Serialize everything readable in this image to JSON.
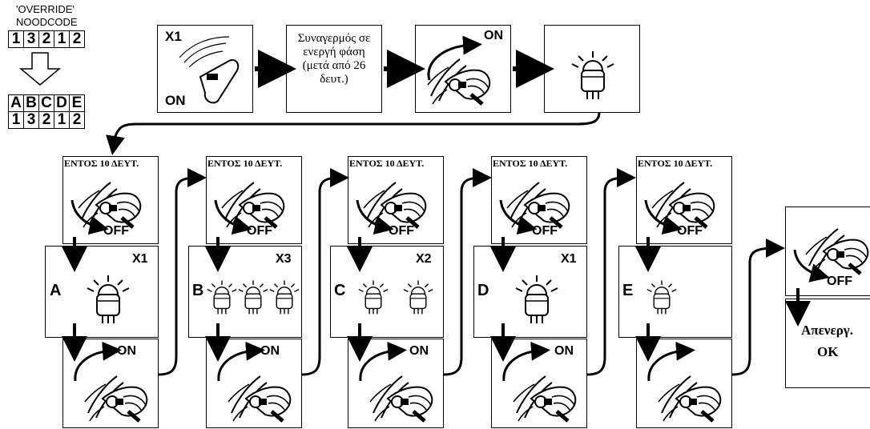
{
  "override": {
    "title_line1": "'OVERRIDE'",
    "title_line2": "NOODCODE",
    "code": [
      "1",
      "3",
      "2",
      "1",
      "2"
    ],
    "letters": [
      "A",
      "B",
      "C",
      "D",
      "E"
    ],
    "mapped": [
      "1",
      "3",
      "2",
      "1",
      "2"
    ]
  },
  "top_row": {
    "step1_count": "X1",
    "step1_state": "ON",
    "alarm_text": "Συναγερμός σε ενεργή φάση (μετά από 26 δευτ.)",
    "step3_state": "ON"
  },
  "columns": [
    {
      "header": "ΕΝΤΟΣ 10 ΔΕΥΤ.",
      "off": "OFF",
      "letter": "A",
      "count": "X1",
      "on": "ON"
    },
    {
      "header": "ΕΝΤΟΣ 10 ΔΕΥΤ.",
      "off": "OFF",
      "letter": "B",
      "count": "X3",
      "on": "ON"
    },
    {
      "header": "ΕΝΤΟΣ 10 ΔΕΥΤ.",
      "off": "OFF",
      "letter": "C",
      "count": "X2",
      "on": "ON"
    },
    {
      "header": "ΕΝΤΟΣ 10 ΔΕΥΤ.",
      "off": "OFF",
      "letter": "D",
      "count": "X1",
      "on": "ON"
    },
    {
      "header": "ΕΝΤΟΣ 10 ΔΕΥΤ.",
      "off": "OFF",
      "letter": "E",
      "count": "",
      "on": ""
    }
  ],
  "final": {
    "off": "OFF",
    "result_line1": "Απενεργ.",
    "result_line2": "OK"
  }
}
